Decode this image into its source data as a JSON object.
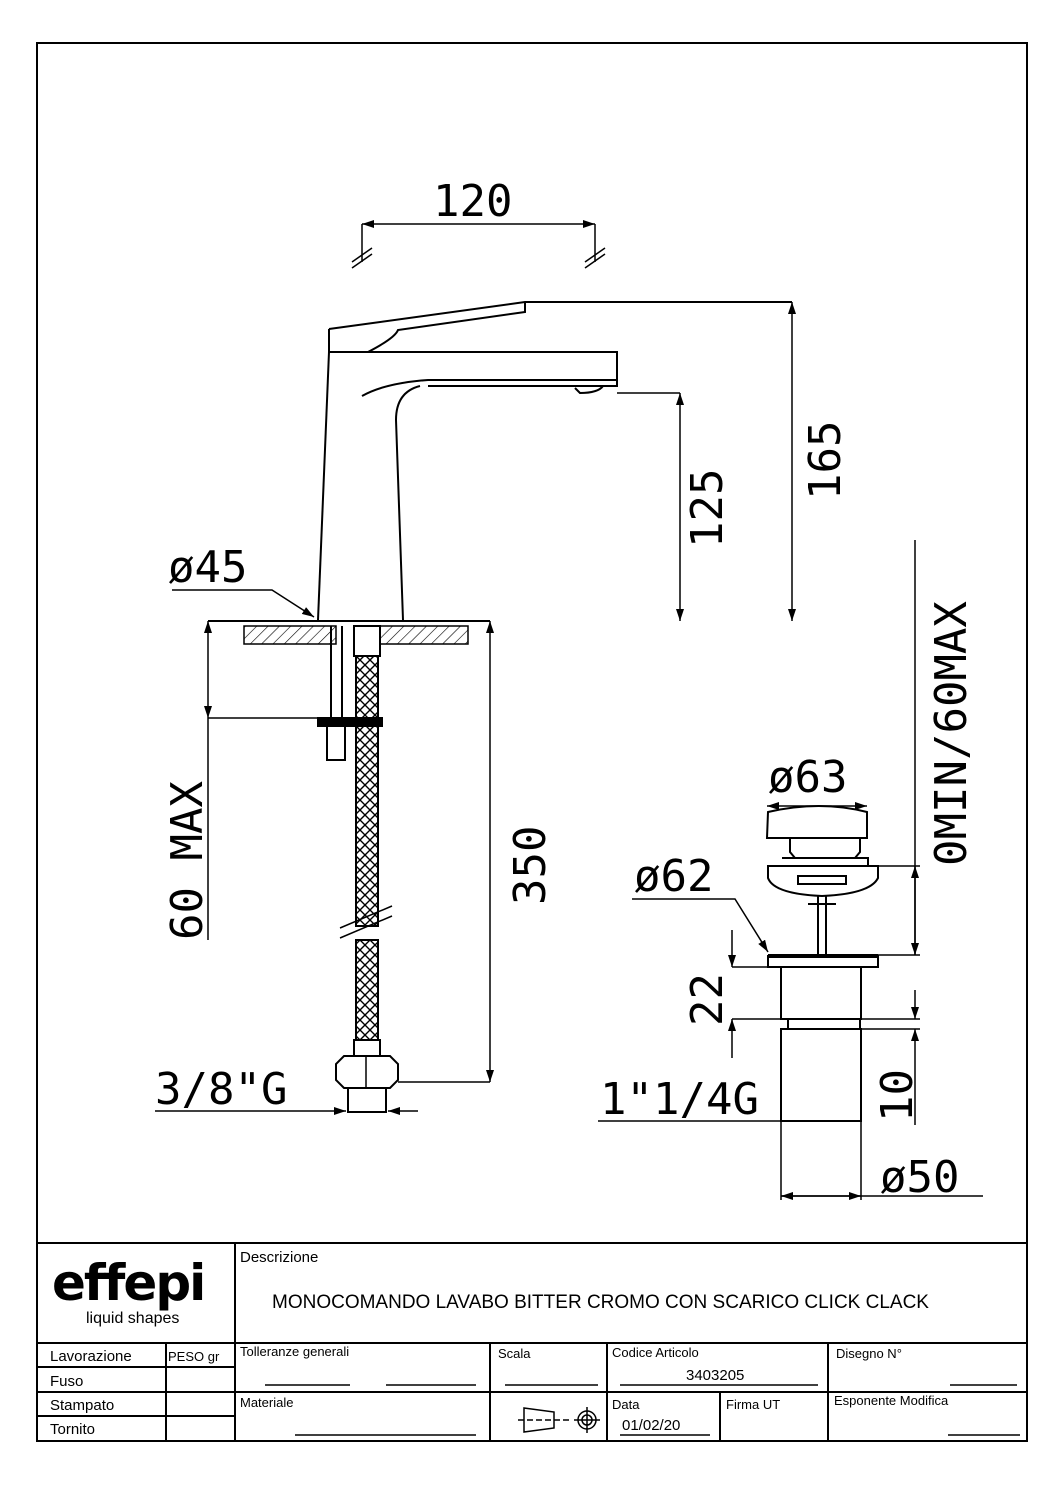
{
  "dimensions": {
    "width_top": "120",
    "height_total": "165",
    "height_spout": "125",
    "diameter_base": "ø45",
    "max_thickness": "60 MAX",
    "hose_length": "350",
    "connection": "3/8\"G",
    "drain_adjust": "0MIN/60MAX",
    "drain_cap_diameter": "ø63",
    "drain_flange_diameter": "ø62",
    "drain_height": "22",
    "drain_thread": "1\"1/4G",
    "drain_bottom": "10",
    "drain_body_diameter": "ø50"
  },
  "title_block": {
    "logo": "effepi",
    "logo_tagline": "liquid shapes",
    "description_label": "Descrizione",
    "description": "MONOCOMANDO LAVABO BITTER CROMO CON SCARICO CLICK CLACK",
    "process_rows": [
      "Lavorazione",
      "Fuso",
      "Stampato",
      "Tornito"
    ],
    "weight_label": "PESO gr",
    "tolerances_label": "Tolleranze generali",
    "material_label": "Materiale",
    "scale_label": "Scala",
    "article_code_label": "Codice Articolo",
    "article_code": "3403205",
    "date_label": "Data",
    "date": "01/02/20",
    "signature_label": "Firma UT",
    "drawing_no_label": "Disegno N°",
    "revision_label": "Esponente Modifica"
  }
}
